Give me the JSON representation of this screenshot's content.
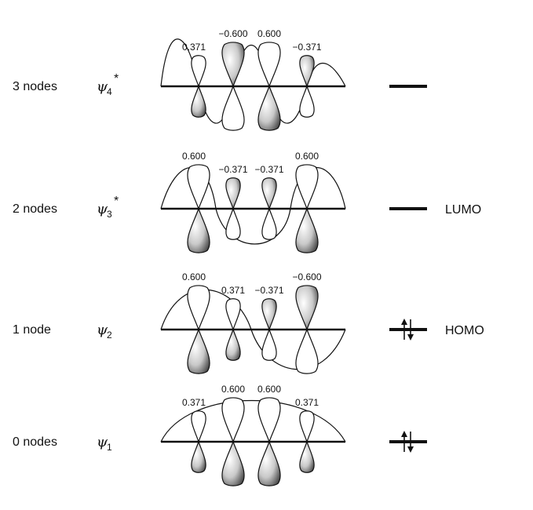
{
  "colors": {
    "ink": "#111111",
    "lobe_shade_light": "#ffffff",
    "lobe_shade_dark": "#555555"
  },
  "orbitals": [
    {
      "id": "psi4",
      "nodes_label": "3 nodes",
      "psi": "ψ",
      "subscript": "4",
      "star": "*",
      "coefficients": [
        "0.371",
        "−0.600",
        "0.600",
        "−0.371"
      ],
      "level_label": "",
      "electrons": 0
    },
    {
      "id": "psi3",
      "nodes_label": "2 nodes",
      "psi": "ψ",
      "subscript": "3",
      "star": "*",
      "coefficients": [
        "0.600",
        "−0.371",
        "−0.371",
        "0.600"
      ],
      "level_label": "LUMO",
      "electrons": 0
    },
    {
      "id": "psi2",
      "nodes_label": "1 node",
      "psi": "ψ",
      "subscript": "2",
      "star": "",
      "coefficients": [
        "0.600",
        "0.371",
        "−0.371",
        "−0.600"
      ],
      "level_label": "HOMO",
      "electrons": 2
    },
    {
      "id": "psi1",
      "nodes_label": "0 nodes",
      "psi": "ψ",
      "subscript": "1",
      "star": "",
      "coefficients": [
        "0.371",
        "0.600",
        "0.600",
        "0.371"
      ],
      "level_label": "",
      "electrons": 2
    }
  ]
}
